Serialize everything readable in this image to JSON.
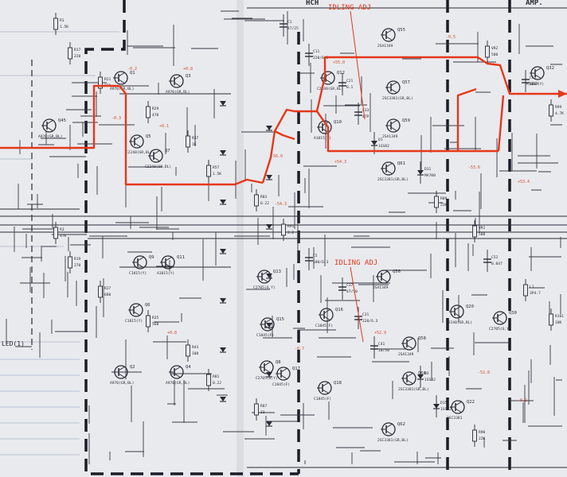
{
  "header_labels": {
    "left": "HCH",
    "right": "AMP."
  },
  "annotations": {
    "idling_top": "IDLING ADJ",
    "idling_bottom": "IDLING ADJ",
    "led": "LED(1)"
  },
  "colors": {
    "paper": "#e9eaee",
    "ink": "#2b2b36",
    "signal_path": "#e4381b",
    "voltage_text": "#d8492c",
    "rule_lines": "#b9c2cf"
  },
  "transistors": [
    {
      "ref": "Q1",
      "part": "A970(GR,BL)"
    },
    {
      "ref": "Q3",
      "part": "A970(GR,BL)"
    },
    {
      "ref": "Q5",
      "part": "C2240(GR,BL)"
    },
    {
      "ref": "Q7",
      "part": "C2240(GR,BL)"
    },
    {
      "ref": "Q9",
      "part": "C1815(Y)"
    },
    {
      "ref": "Q11",
      "part": "A1015(Y)"
    },
    {
      "ref": "Q45",
      "part": "A970(GR,BL)"
    },
    {
      "ref": "Q13",
      "part": "C2705(O,Y)"
    },
    {
      "ref": "Q15",
      "part": "C1845(F)"
    },
    {
      "ref": "Q17",
      "part": "C1845(F)"
    },
    {
      "ref": "Q55",
      "part": "2SA1349"
    },
    {
      "ref": "Q57",
      "part": "2SC3381(GR,BL)"
    },
    {
      "ref": "Q59",
      "part": "2SA1349"
    },
    {
      "ref": "Q61",
      "part": "2SC3381(GR,BL)"
    },
    {
      "ref": "Q2",
      "part": "A970(GR,BL)"
    },
    {
      "ref": "Q4",
      "part": "A970(GR,BL)"
    },
    {
      "ref": "Q6",
      "part": "C1815(Y)"
    },
    {
      "ref": "Q8",
      "part": "C2705(O,Y)"
    },
    {
      "ref": "Q10",
      "part": "A1015(Y)"
    },
    {
      "ref": "Q12",
      "part": "C2240(GR,BL)"
    },
    {
      "ref": "Q16",
      "part": "C1845(F)"
    },
    {
      "ref": "Q18",
      "part": "C1845(F)"
    },
    {
      "ref": "Q56",
      "part": "2SA1349"
    },
    {
      "ref": "Q58",
      "part": "2SA1349"
    },
    {
      "ref": "Q60",
      "part": "2SC3381(GR,BL)"
    },
    {
      "ref": "Q62",
      "part": "2SC3381(GR,BL)"
    },
    {
      "ref": "Q20",
      "part": "C2240(GR,BL)"
    },
    {
      "ref": "Q22",
      "part": "2SC3381"
    },
    {
      "ref": "Q30",
      "part": "C2705(O,Y)"
    },
    {
      "ref": "Q32",
      "part": "A1015(Y)"
    }
  ],
  "components": [
    {
      "ref": "R1",
      "value": "1.5K"
    },
    {
      "ref": "R3",
      "value": "47K"
    },
    {
      "ref": "R17",
      "value": "220"
    },
    {
      "ref": "R19",
      "value": "270"
    },
    {
      "ref": "R21",
      "value": "330"
    },
    {
      "ref": "R27",
      "value": "680"
    },
    {
      "ref": "R29",
      "value": "470"
    },
    {
      "ref": "R35",
      "value": "560"
    },
    {
      "ref": "R37",
      "value": "1K"
    },
    {
      "ref": "R43",
      "value": "100"
    },
    {
      "ref": "R57",
      "value": "1.5K"
    },
    {
      "ref": "R81",
      "value": "0.22"
    },
    {
      "ref": "R83",
      "value": "0.22"
    },
    {
      "ref": "R87",
      "value": "33"
    },
    {
      "ref": "R91",
      "value": "2.2"
    },
    {
      "ref": "C1",
      "value": "47/25"
    },
    {
      "ref": "C5",
      "value": "100/6.3"
    },
    {
      "ref": "C11",
      "value": "220/6.3"
    },
    {
      "ref": "C17",
      "value": "47/50"
    },
    {
      "ref": "C21",
      "value": "0.1"
    },
    {
      "ref": "C31",
      "value": "220/6.3"
    },
    {
      "ref": "C33",
      "value": "47P"
    },
    {
      "ref": "C41",
      "value": "10/50"
    },
    {
      "ref": "D1",
      "value": "1SS82"
    },
    {
      "ref": "D3",
      "value": "1SS82"
    },
    {
      "ref": "D11",
      "value": "MA700"
    },
    {
      "ref": "D15",
      "value": "1SS82"
    },
    {
      "ref": "R89",
      "value": "22K"
    },
    {
      "ref": "R90",
      "value": "22K"
    },
    {
      "ref": "VR1",
      "value": "500"
    },
    {
      "ref": "VR2",
      "value": "500"
    },
    {
      "ref": "C52",
      "value": "0.047"
    },
    {
      "ref": "C53",
      "value": "100P"
    },
    {
      "ref": "L1",
      "value": "3P4.7"
    },
    {
      "ref": "R99",
      "value": "4.7K"
    },
    {
      "ref": "R101",
      "value": "10K"
    }
  ],
  "voltages": [
    "-0.2",
    "+0.8",
    "-0.3",
    "+0.1",
    "-56.0",
    "+55.0",
    "-54.3",
    "+54.3",
    "-0.5",
    "-53.6",
    "+53.4",
    "+0.8",
    "-0.7",
    "+52.9",
    "-52.8",
    "-0.2"
  ]
}
